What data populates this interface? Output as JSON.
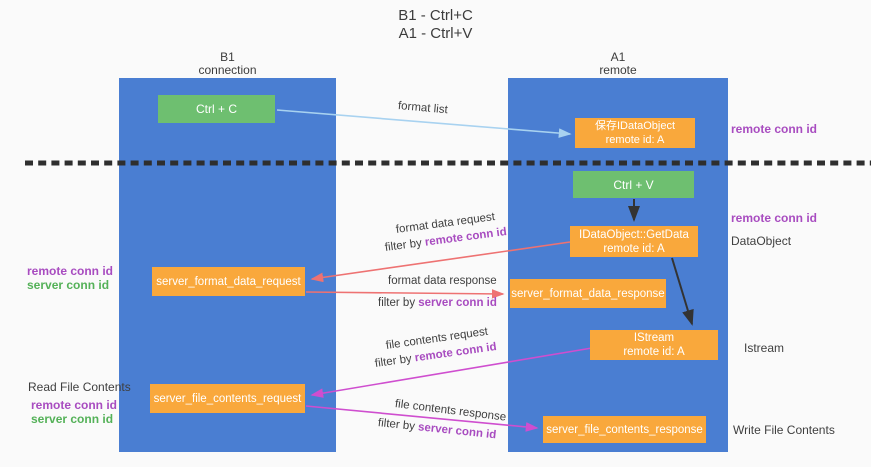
{
  "title": {
    "line1": "B1 - Ctrl+C",
    "line2": "A1 - Ctrl+V"
  },
  "columns": {
    "left": {
      "header_line1": "B1",
      "header_line2": "connection"
    },
    "right": {
      "header_line1": "A1",
      "header_line2": "remote"
    }
  },
  "boxes": {
    "ctrl_c": "Ctrl + C",
    "ctrl_v": "Ctrl + V",
    "save_dataobject": {
      "line1": "保存IDataObject",
      "line2": "remote id: A"
    },
    "getdata": {
      "line1": "IDataObject::GetData",
      "line2": "remote id: A"
    },
    "istream": {
      "line1": "IStream",
      "line2": "remote id: A"
    },
    "server_format_data_request": "server_format_data_request",
    "server_format_data_response": "server_format_data_response",
    "server_file_contents_request": "server_file_contents_request",
    "server_file_contents_response": "server_file_contents_response"
  },
  "side_labels": {
    "right_remote_conn_id_top": "remote conn id",
    "right_remote_conn_id_mid": "remote conn id",
    "right_dataobject": "DataObject",
    "right_istream": "Istream",
    "right_write_file_contents": "Write File Contents",
    "left_remote_conn_id_top": "remote conn id",
    "left_server_conn_id_top": "server conn id",
    "left_read_file_contents": "Read File Contents",
    "left_remote_conn_id_bottom": "remote conn id",
    "left_server_conn_id_bottom": "server conn id"
  },
  "flows": {
    "format_list": {
      "label": "format list"
    },
    "format_data_request": {
      "label": "format data request",
      "filter_prefix": "filter by ",
      "filter_value": "remote conn id"
    },
    "format_data_response": {
      "label": "format data response",
      "filter_prefix": "filter by ",
      "filter_value": "server conn id"
    },
    "file_contents_request": {
      "label": "file contents request",
      "filter_prefix": "filter by ",
      "filter_value": "remote conn id"
    },
    "file_contents_response": {
      "label": "file contents response",
      "filter_prefix": "filter by ",
      "filter_value": "server conn id"
    }
  },
  "colors": {
    "column_blue": "#4a7ed2",
    "box_orange": "#f9a83c",
    "box_green": "#6ebf70",
    "purple_label": "#a84cc0",
    "green_label": "#54b158",
    "red_arrow": "#ee7272",
    "magenta_arrow": "#cf4ecf",
    "light_blue_arrow": "#a8d2f0",
    "black_arrow": "#333333",
    "dashed_line": "#2e2e2e"
  }
}
